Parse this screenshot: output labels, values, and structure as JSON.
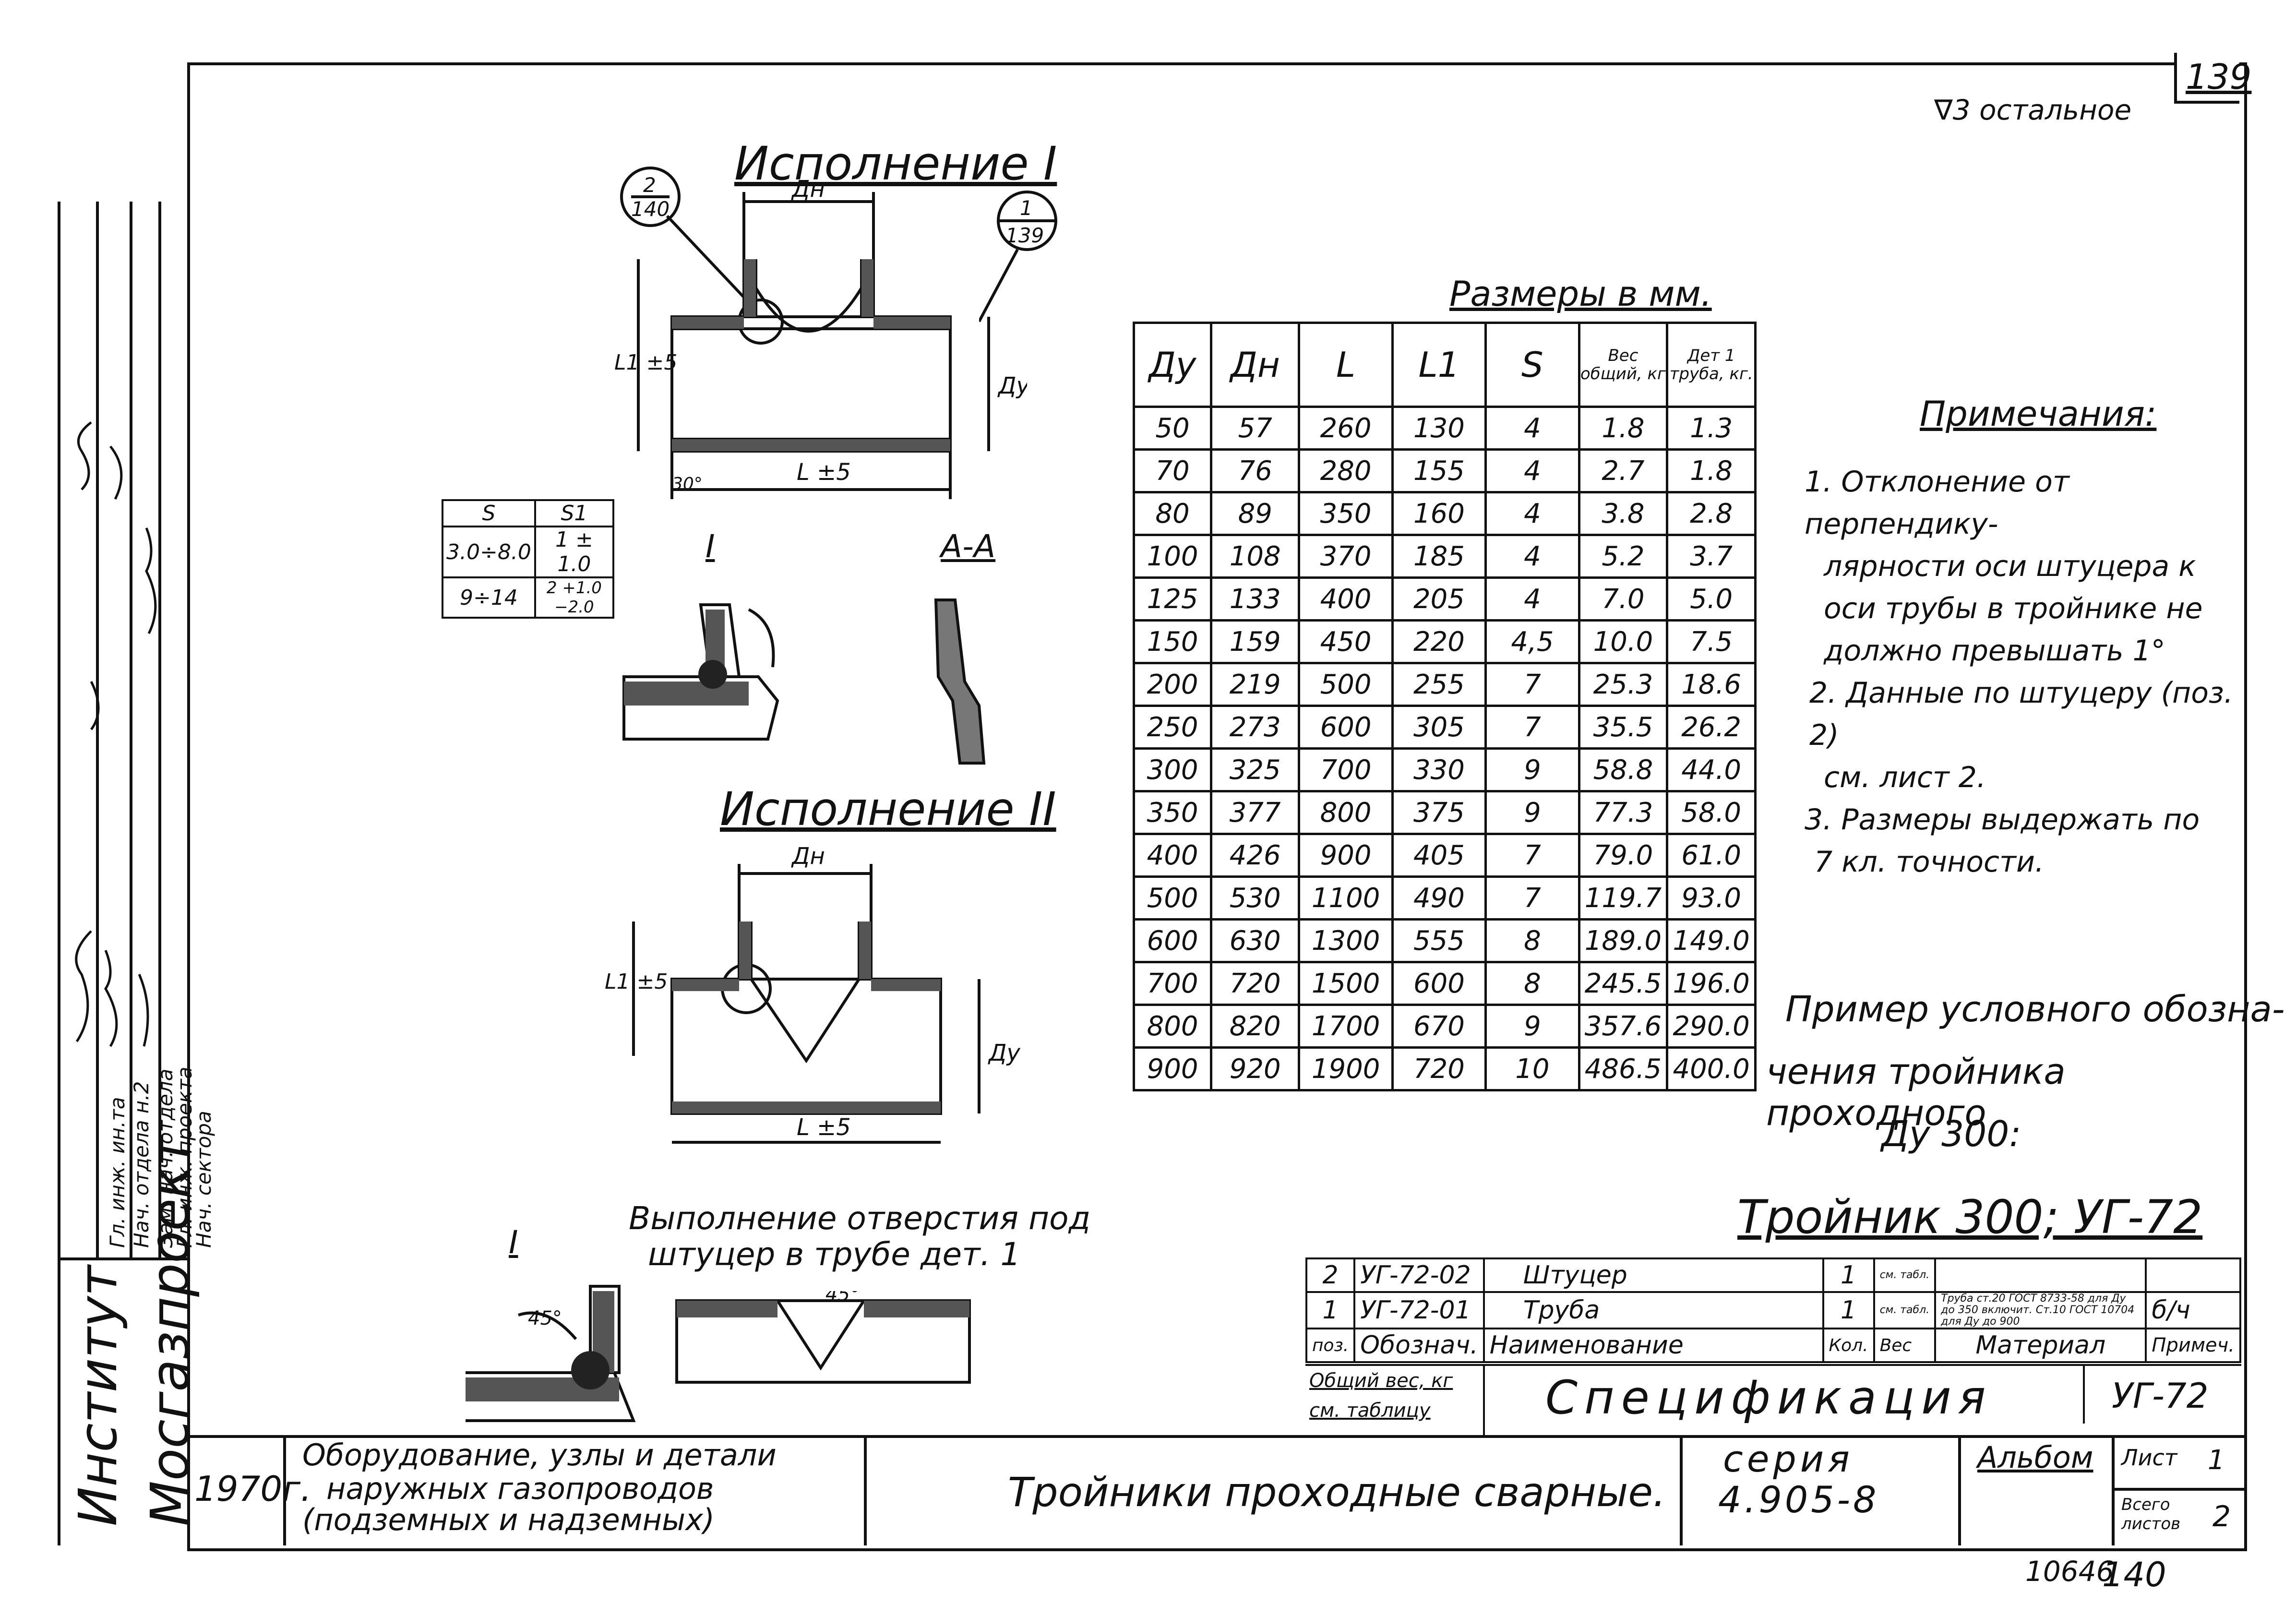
{
  "sheet_number": "139",
  "roughness": "∇3 остальное",
  "views": {
    "version1_title": "Исполнение I",
    "version2_title": "Исполнение II",
    "section_I": "I",
    "section_AA": "A-A",
    "hole_caption_line1": "Выполнение отверстия под",
    "hole_caption_line2": "штуцер в трубе дет. 1",
    "callout_2_140_top": "2",
    "callout_2_140_bottom": "140",
    "callout_1_139_top": "1",
    "callout_1_139_bottom": "139",
    "dim_dn": "Дн",
    "dim_dy": "Ду",
    "dim_l": "L ±5",
    "dim_l1": "L1 ±5",
    "angle_45": "45°",
    "angle_30": "30°"
  },
  "s_table": {
    "headers": [
      "S",
      "S1"
    ],
    "rows": [
      [
        "3.0÷8.0",
        "1 ± 1.0"
      ],
      [
        "9÷14",
        "2 +1.0 −2.0"
      ]
    ]
  },
  "dims_table": {
    "caption": "Размеры в мм.",
    "headers": [
      "Ду",
      "Дн",
      "L",
      "L1",
      "S",
      "Вес общий, кг",
      "Дет 1 труба, кг."
    ],
    "rows": [
      [
        "50",
        "57",
        "260",
        "130",
        "4",
        "1.8",
        "1.3"
      ],
      [
        "70",
        "76",
        "280",
        "155",
        "4",
        "2.7",
        "1.8"
      ],
      [
        "80",
        "89",
        "350",
        "160",
        "4",
        "3.8",
        "2.8"
      ],
      [
        "100",
        "108",
        "370",
        "185",
        "4",
        "5.2",
        "3.7"
      ],
      [
        "125",
        "133",
        "400",
        "205",
        "4",
        "7.0",
        "5.0"
      ],
      [
        "150",
        "159",
        "450",
        "220",
        "4,5",
        "10.0",
        "7.5"
      ],
      [
        "200",
        "219",
        "500",
        "255",
        "7",
        "25.3",
        "18.6"
      ],
      [
        "250",
        "273",
        "600",
        "305",
        "7",
        "35.5",
        "26.2"
      ],
      [
        "300",
        "325",
        "700",
        "330",
        "9",
        "58.8",
        "44.0"
      ],
      [
        "350",
        "377",
        "800",
        "375",
        "9",
        "77.3",
        "58.0"
      ],
      [
        "400",
        "426",
        "900",
        "405",
        "7",
        "79.0",
        "61.0"
      ],
      [
        "500",
        "530",
        "1100",
        "490",
        "7",
        "119.7",
        "93.0"
      ],
      [
        "600",
        "630",
        "1300",
        "555",
        "8",
        "189.0",
        "149.0"
      ],
      [
        "700",
        "720",
        "1500",
        "600",
        "8",
        "245.5",
        "196.0"
      ],
      [
        "800",
        "820",
        "1700",
        "670",
        "9",
        "357.6",
        "290.0"
      ],
      [
        "900",
        "920",
        "1900",
        "720",
        "10",
        "486.5",
        "400.0"
      ]
    ]
  },
  "notes": {
    "title": "Примечания:",
    "lines": [
      "1. Отклонение от перпендику-",
      "лярности оси штуцера к",
      "оси трубы в тройнике не",
      "должно превышать 1°",
      "2. Данные по штуцеру (поз. 2)",
      "см. лист 2.",
      "3. Размеры выдержать по",
      "7 кл. точности."
    ]
  },
  "example": {
    "line1": "Пример условного обозна-",
    "line2": "чения тройника проходного",
    "line3": "Ду 300:",
    "designation": "Тройник 300; УГ-72"
  },
  "spec": {
    "rows": [
      {
        "pos": "2",
        "code": "УГ-72-02",
        "name": "Штуцер",
        "qty": "1",
        "weight": "см. табл.",
        "material": "",
        "note": ""
      },
      {
        "pos": "1",
        "code": "УГ-72-01",
        "name": "Труба",
        "qty": "1",
        "weight": "см. табл.",
        "material": "Труба ст.20 ГОСТ 8733-58 для Ду до 350 включит. Ст.10 ГОСТ 10704 для Ду до 900",
        "note": "б/ч"
      }
    ],
    "header": {
      "pos": "поз.",
      "code": "Обознач.",
      "name": "Наименование",
      "qty": "Кол.",
      "weight": "Вес",
      "material": "Материал",
      "note": "Примеч."
    },
    "total_weight_line1": "Общий вес, кг",
    "total_weight_line2": "см. таблицу",
    "title": "Спецификация",
    "code": "УГ-72"
  },
  "title_block": {
    "year": "1970г.",
    "subject_line1": "Оборудование, узлы и детали",
    "subject_line2": "наружных газопроводов",
    "subject_line3": "(подземных и надземных)",
    "drawing_title": "Тройники проходные сварные.",
    "series_label": "серия",
    "series_number": "4.905-8",
    "album": "Альбом",
    "sheet_label": "Лист",
    "sheet_value": "1",
    "total_label_1": "Всего",
    "total_label_2": "листов",
    "total_value": "2"
  },
  "side_stamp": {
    "institute": "Институт",
    "org": "Мосгазпроект",
    "roles": [
      "Гл. инж. ин.та",
      "Нач. отдела н.2",
      "Зам. нач. отдела",
      "Гл. инж. проекта",
      "Нач. сектора"
    ]
  },
  "footer": {
    "archive_number": "10646",
    "page_number": "140"
  }
}
